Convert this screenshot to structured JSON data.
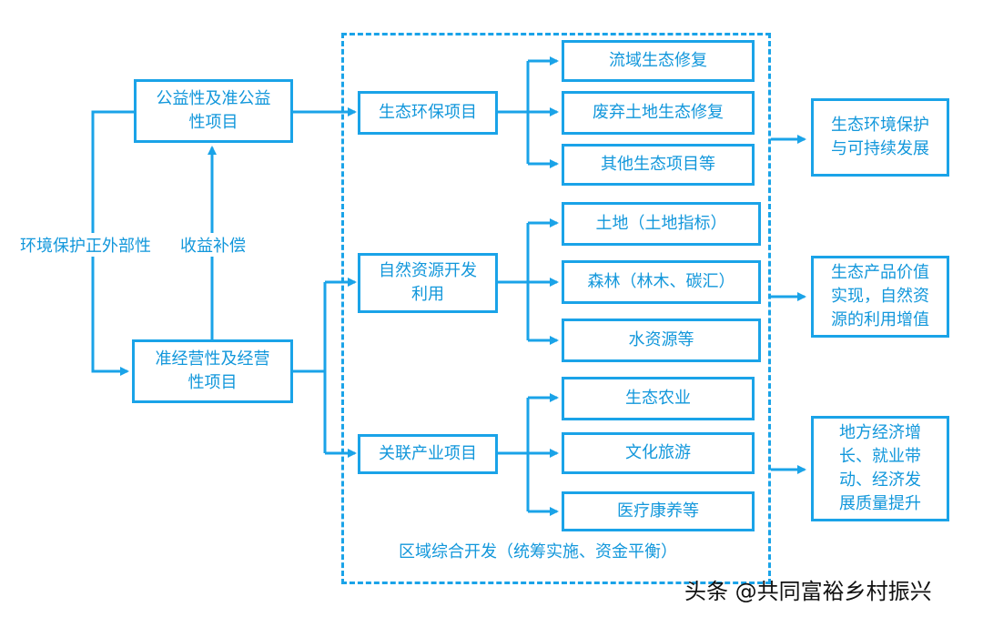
{
  "left": {
    "public_box": "公益性及准公益\n性项目",
    "business_box": "准经营性及经营\n性项目",
    "externality_label": "环境保护正外部性",
    "compensation_label": "收益补偿"
  },
  "middle": {
    "eco_project": "生态环保项目",
    "natural_dev": "自然资源开发\n利用",
    "related_industry": "关联产业项目",
    "region_caption": "区域综合开发（统筹实施、资金平衡）"
  },
  "items": {
    "watershed": "流域生态修复",
    "abandoned_land": "废弃土地生态修复",
    "other_eco": "其他生态项目等",
    "land": "土地（土地指标）",
    "forest": "森林（林木、碳汇）",
    "water": "水资源等",
    "eco_agri": "生态农业",
    "culture_tour": "文化旅游",
    "medical": "医疗康养等"
  },
  "outcomes": {
    "eco_protection": "生态环境保护\n与可持续发展",
    "eco_value": "生态产品价值\n实现，自然资\n源的利用增值",
    "regional_growth": "地方经济增\n长、就业带\n动、经济发\n展质量提升"
  },
  "watermark": "头条 @共同富裕乡村振兴",
  "colors": {
    "accent": "#1aa3e8",
    "text": "#1297db"
  }
}
